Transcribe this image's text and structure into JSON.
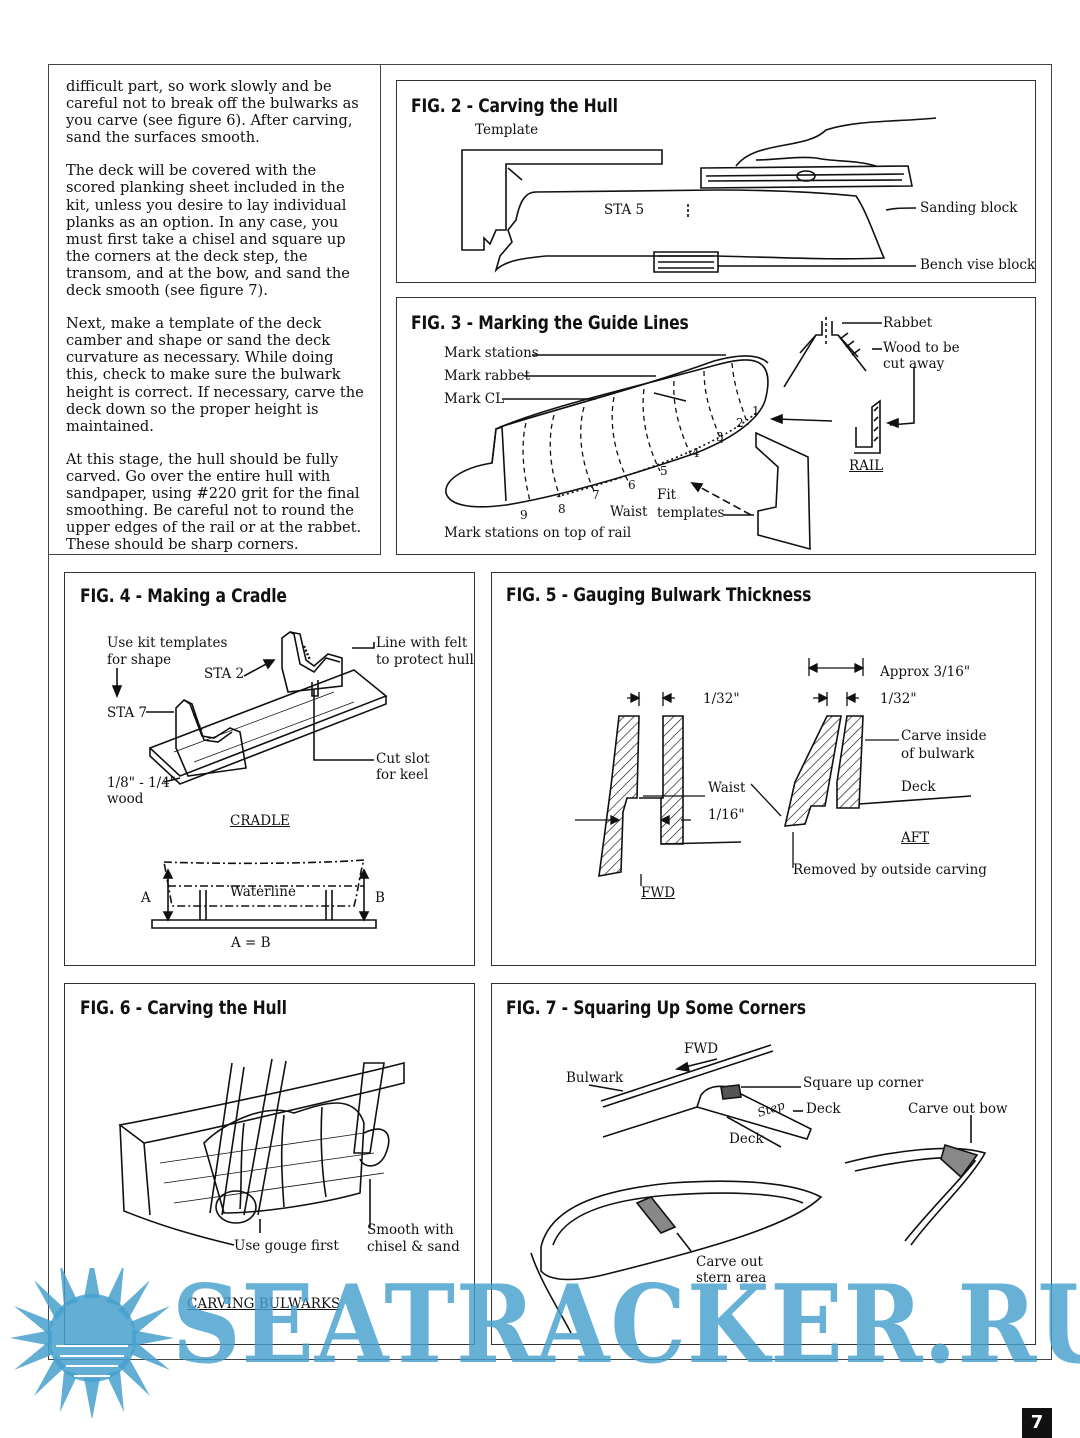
{
  "body_text": [
    "difficult part, so work slowly and be careful not to break off the bulwarks as you carve (see figure 6). After carving, sand the surfaces smooth.",
    "The deck will be covered with the scored planking sheet included in the kit, unless you desire to lay individual planks as an option. In any case, you must first take a chisel and square up the corners at the deck step, the transom, and at the bow, and sand the deck smooth (see figure 7).",
    "Next, make a template of the deck camber and shape or sand the deck curvature as necessary. While doing this, check to make sure the bulwark height is correct. If necessary, carve the deck down so the proper height is maintained.",
    "At this stage, the hull should be fully carved. Go over the entire hull with sandpaper, using #220 grit for the final smoothing. Be careful not to round the upper edges of the rail or at the rabbet. These should be sharp corners."
  ],
  "fig2": {
    "title": "FIG. 2 - Carving the Hull",
    "template": "Template",
    "sta5": "STA 5",
    "sanding_block": "Sanding block",
    "bench_vise_block": "Bench vise block"
  },
  "fig3": {
    "title": "FIG. 3 - Marking the Guide Lines",
    "mark_stations": "Mark stations",
    "mark_rabbet": "Mark rabbet",
    "mark_cl": "Mark CL",
    "rabbet": "Rabbet",
    "wood_cut_1": "Wood to be",
    "wood_cut_2": "cut away",
    "rail": "RAIL",
    "fit_1": "Fit",
    "fit_2": "templates",
    "waist": "Waist",
    "mark_top_rail": "Mark stations on top of rail",
    "station_numbers": [
      "1",
      "2",
      "3",
      "4",
      "5",
      "6",
      "7",
      "8",
      "9"
    ]
  },
  "fig4": {
    "title": "FIG. 4 - Making a Cradle",
    "use_kit_1": "Use kit templates",
    "use_kit_2": "for shape",
    "sta2": "STA 2",
    "sta7": "STA 7",
    "line_felt_1": "Line with felt",
    "line_felt_2": "to protect hull",
    "cut_slot_1": "Cut slot",
    "cut_slot_2": "for keel",
    "wood_1": "1/8\" - 1/4\"",
    "wood_2": "wood",
    "cradle": "CRADLE",
    "waterline": "Waterline",
    "a": "A",
    "b": "B",
    "a_eq_b": "A = B"
  },
  "fig5": {
    "title": "FIG. 5 - Gauging Bulwark Thickness",
    "approx": "Approx 3/16\"",
    "d1": "1/32\"",
    "d2": "1/32\"",
    "carve_1": "Carve inside",
    "carve_2": "of bulwark",
    "waist": "Waist",
    "deck": "Deck",
    "d3": "1/16\"",
    "aft": "AFT",
    "fwd": "FWD",
    "removed": "Removed by outside carving"
  },
  "fig6": {
    "title": "FIG. 6 - Carving the Hull",
    "gouge": "Use gouge first",
    "smooth_1": "Smooth with",
    "smooth_2": "chisel & sand",
    "caption": "CARVING BULWARKS"
  },
  "fig7": {
    "title": "FIG. 7 - Squaring Up Some Corners",
    "fwd": "FWD",
    "bulwark": "Bulwark",
    "square_corner": "Square up corner",
    "deck1": "Deck",
    "step": "Step",
    "deck2": "Deck",
    "carve_bow": "Carve out bow",
    "stern_1": "Carve out",
    "stern_2": "stern area"
  },
  "watermark": "SEATRACKER.RU",
  "page_number": "7",
  "colors": {
    "watermark": "#46a0cd",
    "ink": "#111111"
  }
}
